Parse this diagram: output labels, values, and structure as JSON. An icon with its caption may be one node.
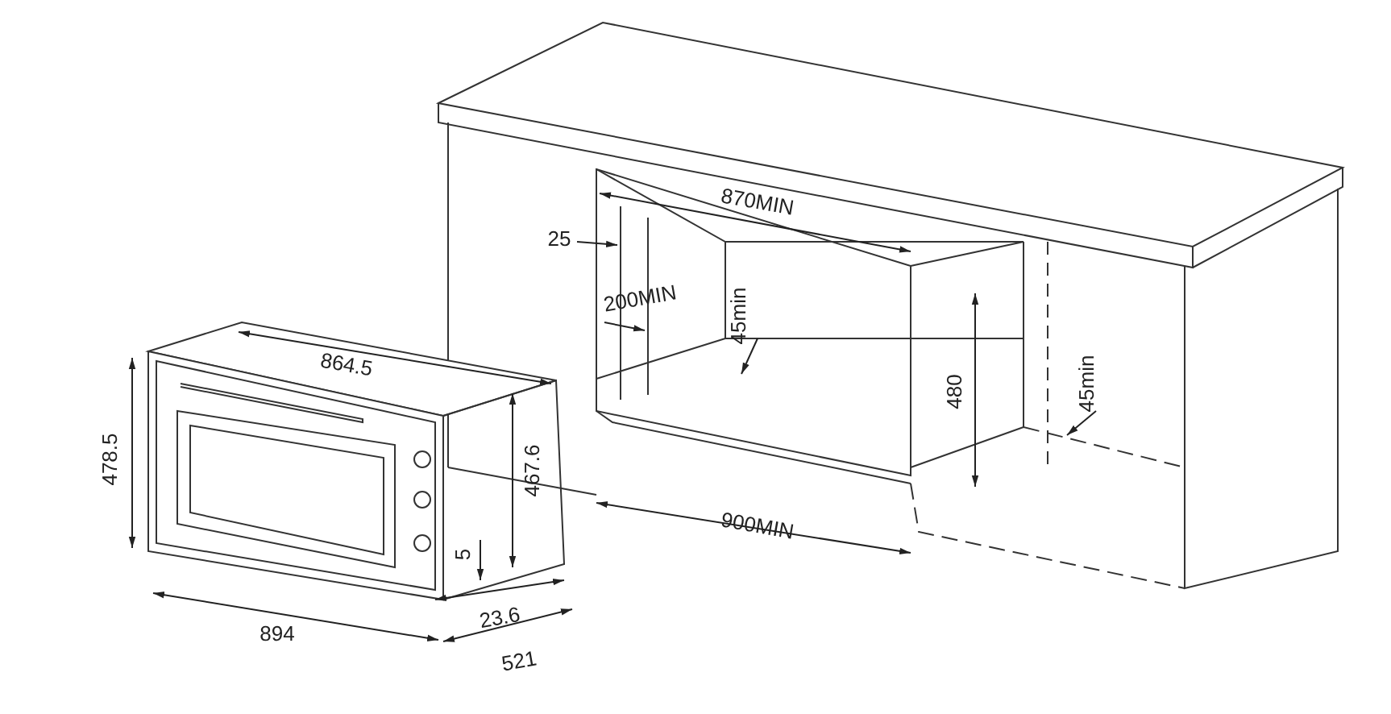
{
  "diagram": {
    "labels": [
      "870MIN",
      "25",
      "200MIN",
      "45min",
      "480",
      "45min",
      "864.5",
      "478.5",
      "467.6",
      "900MIN",
      "5",
      "23.6",
      "894",
      "521"
    ]
  }
}
